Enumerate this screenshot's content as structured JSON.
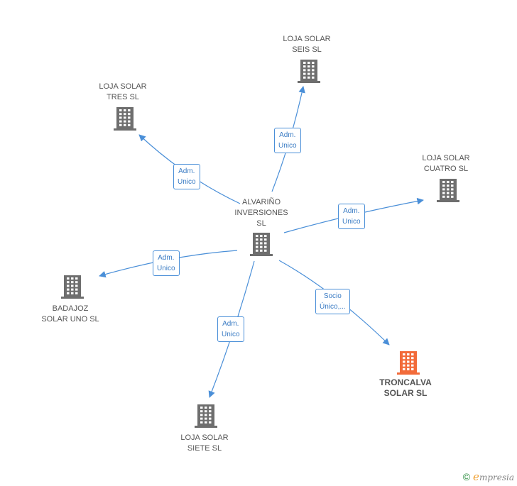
{
  "colors": {
    "edge": "#4a8fd8",
    "building": "#6e6e6e",
    "building_focus": "#f26b3a"
  },
  "nodes": [
    {
      "id": "alvarino",
      "label": "ALVARIÑO\nINVERSIONES\nSL",
      "icon": "building-icon"
    },
    {
      "id": "seis",
      "label": "LOJA SOLAR\nSEIS SL",
      "icon": "building-icon"
    },
    {
      "id": "tres",
      "label": "LOJA SOLAR\nTRES SL",
      "icon": "building-icon"
    },
    {
      "id": "cuatro",
      "label": "LOJA SOLAR\nCUATRO SL",
      "icon": "building-icon"
    },
    {
      "id": "badajoz",
      "label": "BADAJOZ\nSOLAR UNO SL",
      "icon": "building-icon"
    },
    {
      "id": "siete",
      "label": "LOJA SOLAR\nSIETE SL",
      "icon": "building-icon"
    },
    {
      "id": "troncalva",
      "label": "TRONCALVA\nSOLAR SL",
      "icon": "building-icon",
      "focus": true
    }
  ],
  "edges": [
    {
      "from": "alvarino",
      "to": "seis",
      "label": "Adm.\nUnico"
    },
    {
      "from": "alvarino",
      "to": "tres",
      "label": "Adm.\nUnico"
    },
    {
      "from": "alvarino",
      "to": "cuatro",
      "label": "Adm.\nUnico"
    },
    {
      "from": "alvarino",
      "to": "badajoz",
      "label": "Adm.\nUnico"
    },
    {
      "from": "alvarino",
      "to": "siete",
      "label": "Adm.\nUnico"
    },
    {
      "from": "alvarino",
      "to": "troncalva",
      "label": "Socio\nÚnico,..."
    }
  ],
  "footer": {
    "copyright": "©",
    "brand_initial": "e",
    "brand_rest": "mpresia"
  }
}
